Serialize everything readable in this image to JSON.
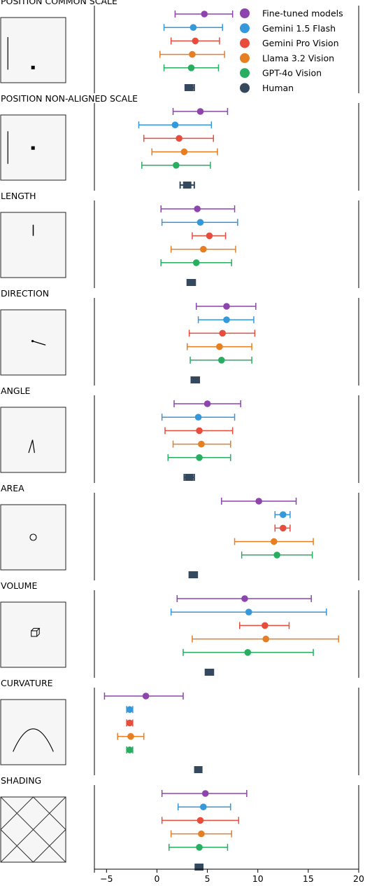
{
  "chart_data": {
    "type": "scatter",
    "x_axis": {
      "xlim": [
        -6.2,
        20
      ],
      "ticks": [
        -5,
        0,
        5,
        10,
        15,
        20
      ],
      "tick_labels": [
        "−5",
        "0",
        "5",
        "10",
        "15",
        "20"
      ]
    },
    "legend": {
      "placement": "top-right",
      "entries": [
        {
          "label": "Fine-tuned models",
          "color": "#8e44ad"
        },
        {
          "label": "Gemini 1.5 Flash",
          "color": "#3498db"
        },
        {
          "label": "Gemini Pro Vision",
          "color": "#e74c3c"
        },
        {
          "label": "Llama 3.2 Vision",
          "color": "#e67e22"
        },
        {
          "label": "GPT-4o Vision",
          "color": "#27ae60"
        },
        {
          "label": "Human",
          "color": "#34495e"
        }
      ]
    },
    "panels": [
      {
        "title": "POSITION COMMON SCALE",
        "stimulus": "position-common",
        "models": [
          {
            "mean": 4.7,
            "low": 1.8,
            "high": 7.5
          },
          {
            "mean": 3.6,
            "low": 0.7,
            "high": 6.5
          },
          {
            "mean": 3.8,
            "low": 1.4,
            "high": 6.2
          },
          {
            "mean": 3.5,
            "low": 0.3,
            "high": 6.7
          },
          {
            "mean": 3.4,
            "low": 0.7,
            "high": 6.1
          }
        ],
        "human": {
          "mean": 3.2,
          "low": 2.8,
          "high": 3.7
        }
      },
      {
        "title": "POSITION NON-ALIGNED SCALE",
        "stimulus": "position-nonaligned",
        "models": [
          {
            "mean": 4.3,
            "low": 1.6,
            "high": 7.0
          },
          {
            "mean": 1.8,
            "low": -1.8,
            "high": 5.4
          },
          {
            "mean": 2.2,
            "low": -1.3,
            "high": 5.6
          },
          {
            "mean": 2.7,
            "low": -0.5,
            "high": 6.0
          },
          {
            "mean": 1.9,
            "low": -1.5,
            "high": 5.3
          }
        ],
        "human": {
          "mean": 3.0,
          "low": 2.3,
          "high": 3.7
        }
      },
      {
        "title": "LENGTH",
        "stimulus": "length",
        "models": [
          {
            "mean": 4.0,
            "low": 0.4,
            "high": 7.7
          },
          {
            "mean": 4.3,
            "low": 0.5,
            "high": 8.0
          },
          {
            "mean": 5.2,
            "low": 3.5,
            "high": 6.8
          },
          {
            "mean": 4.6,
            "low": 1.4,
            "high": 7.8
          },
          {
            "mean": 3.9,
            "low": 0.4,
            "high": 7.4
          }
        ],
        "human": {
          "mean": 3.4,
          "low": 3.0,
          "high": 3.8
        }
      },
      {
        "title": "DIRECTION",
        "stimulus": "direction",
        "models": [
          {
            "mean": 6.9,
            "low": 3.9,
            "high": 9.8
          },
          {
            "mean": 6.9,
            "low": 4.1,
            "high": 9.6
          },
          {
            "mean": 6.5,
            "low": 3.2,
            "high": 9.7
          },
          {
            "mean": 6.2,
            "low": 3.0,
            "high": 9.4
          },
          {
            "mean": 6.4,
            "low": 3.3,
            "high": 9.4
          }
        ],
        "human": {
          "mean": 3.8,
          "low": 3.4,
          "high": 4.2
        }
      },
      {
        "title": "ANGLE",
        "stimulus": "angle",
        "models": [
          {
            "mean": 5.0,
            "low": 1.7,
            "high": 8.3
          },
          {
            "mean": 4.1,
            "low": 0.5,
            "high": 7.7
          },
          {
            "mean": 4.2,
            "low": 0.8,
            "high": 7.5
          },
          {
            "mean": 4.4,
            "low": 1.6,
            "high": 7.3
          },
          {
            "mean": 4.2,
            "low": 1.1,
            "high": 7.3
          }
        ],
        "human": {
          "mean": 3.2,
          "low": 2.7,
          "high": 3.7
        }
      },
      {
        "title": "AREA",
        "stimulus": "area",
        "models": [
          {
            "mean": 10.1,
            "low": 6.4,
            "high": 13.8
          },
          {
            "mean": 12.5,
            "low": 11.7,
            "high": 13.2
          },
          {
            "mean": 12.5,
            "low": 11.7,
            "high": 13.2
          },
          {
            "mean": 11.6,
            "low": 7.7,
            "high": 15.5
          },
          {
            "mean": 11.9,
            "low": 8.4,
            "high": 15.4
          }
        ],
        "human": {
          "mean": 3.6,
          "low": 3.2,
          "high": 4.0
        }
      },
      {
        "title": "VOLUME",
        "stimulus": "volume",
        "models": [
          {
            "mean": 8.7,
            "low": 2.0,
            "high": 15.3
          },
          {
            "mean": 9.1,
            "low": 1.4,
            "high": 16.8
          },
          {
            "mean": 10.7,
            "low": 8.2,
            "high": 13.1
          },
          {
            "mean": 10.8,
            "low": 3.5,
            "high": 18.0
          },
          {
            "mean": 9.0,
            "low": 2.6,
            "high": 15.5
          }
        ],
        "human": {
          "mean": 5.2,
          "low": 4.8,
          "high": 5.6
        }
      },
      {
        "title": "CURVATURE",
        "stimulus": "curvature",
        "models": [
          {
            "mean": -1.1,
            "low": -5.2,
            "high": 2.6
          },
          {
            "mean": -2.7,
            "low": -3.0,
            "high": -2.4
          },
          {
            "mean": -2.7,
            "low": -3.0,
            "high": -2.4
          },
          {
            "mean": -2.6,
            "low": -3.9,
            "high": -1.3
          },
          {
            "mean": -2.7,
            "low": -3.0,
            "high": -2.4
          }
        ],
        "human": {
          "mean": 4.1,
          "low": 3.8,
          "high": 4.4
        }
      },
      {
        "title": "SHADING",
        "stimulus": "shading",
        "models": [
          {
            "mean": 4.8,
            "low": 0.5,
            "high": 8.9
          },
          {
            "mean": 4.6,
            "low": 2.1,
            "high": 7.3
          },
          {
            "mean": 4.3,
            "low": 0.5,
            "high": 8.1
          },
          {
            "mean": 4.4,
            "low": 1.4,
            "high": 7.4
          },
          {
            "mean": 4.2,
            "low": 1.2,
            "high": 7.0
          }
        ],
        "human": {
          "mean": 4.2,
          "low": 3.8,
          "high": 4.5
        }
      }
    ]
  }
}
